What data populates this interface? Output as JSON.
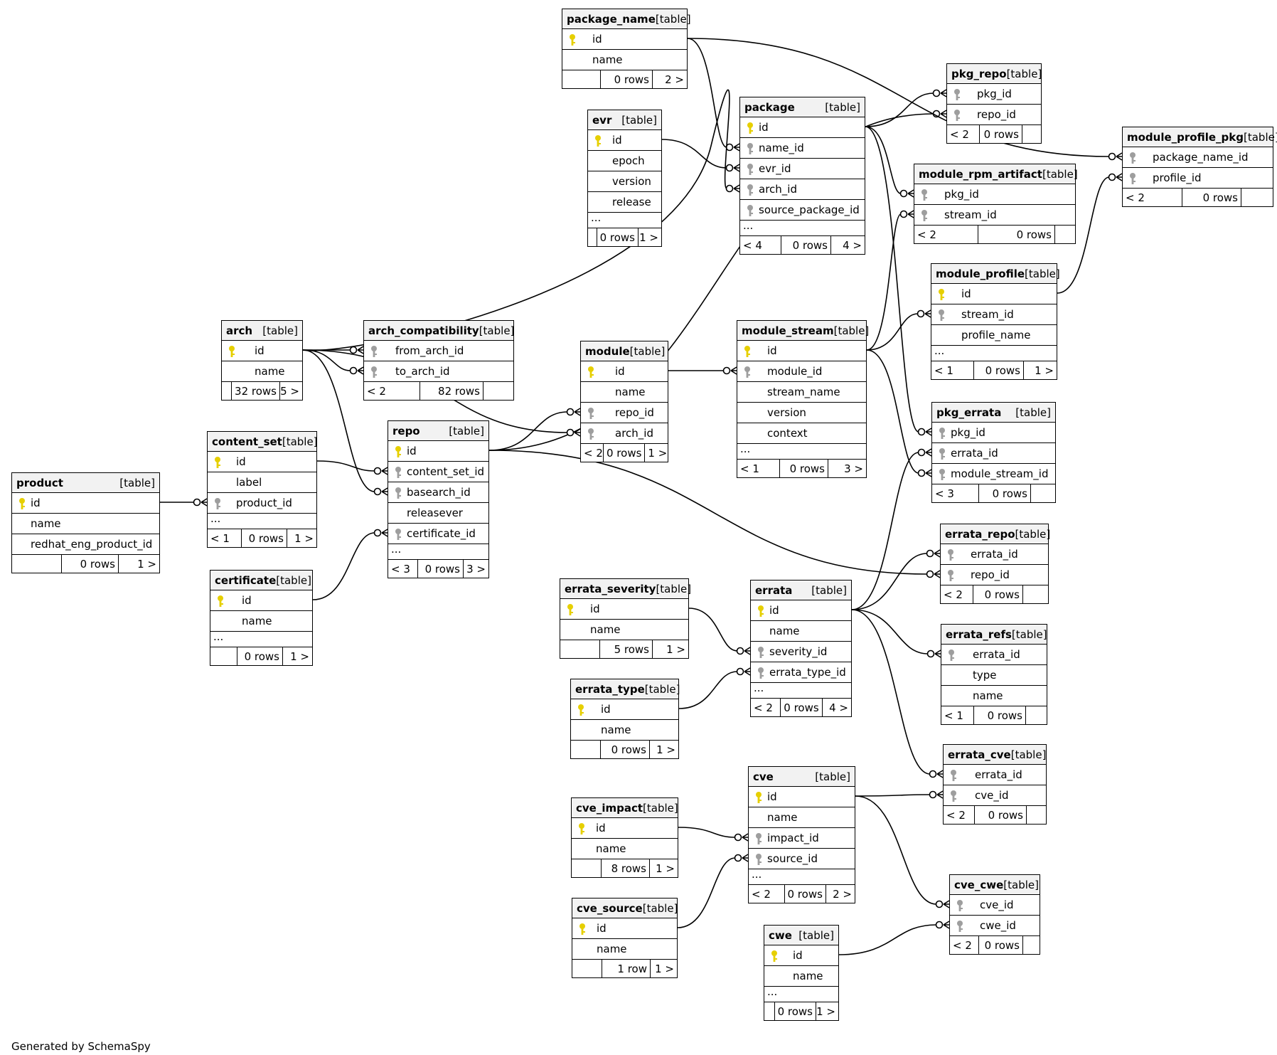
{
  "credit": "Generated by SchemaSpy",
  "table_tag": "[table]",
  "colors": {
    "primary_key": "#e6cf00",
    "foreign_key": "#9e9e9e",
    "line": "#000000",
    "header": "#f2f2f2"
  },
  "tables": {
    "package_name": {
      "name": "package_name",
      "columns": [
        "id",
        "name"
      ],
      "footer": [
        "",
        "0 rows",
        "2 >"
      ]
    },
    "evr": {
      "name": "evr",
      "columns": [
        "id",
        "epoch",
        "version",
        "release"
      ],
      "more": "...",
      "footer": [
        "",
        "0 rows",
        "1 >"
      ]
    },
    "package": {
      "name": "package",
      "columns": [
        "id",
        "name_id",
        "evr_id",
        "arch_id",
        "source_package_id"
      ],
      "more": "...",
      "footer": [
        "< 4",
        "0 rows",
        "4 >"
      ]
    },
    "pkg_repo": {
      "name": "pkg_repo",
      "columns": [
        "pkg_id",
        "repo_id"
      ],
      "footer": [
        "< 2",
        "0 rows",
        ""
      ]
    },
    "module_rpm_artifact": {
      "name": "module_rpm_artifact",
      "columns": [
        "pkg_id",
        "stream_id"
      ],
      "footer": [
        "< 2",
        "0 rows",
        ""
      ]
    },
    "module_profile_pkg": {
      "name": "module_profile_pkg",
      "columns": [
        "package_name_id",
        "profile_id"
      ],
      "footer": [
        "< 2",
        "0 rows",
        ""
      ]
    },
    "module_profile": {
      "name": "module_profile",
      "columns": [
        "id",
        "stream_id",
        "profile_name"
      ],
      "more": "...",
      "footer": [
        "< 1",
        "0 rows",
        "1 >"
      ]
    },
    "arch": {
      "name": "arch",
      "columns": [
        "id",
        "name"
      ],
      "footer": [
        "",
        "32 rows",
        "5 >"
      ]
    },
    "arch_compatibility": {
      "name": "arch_compatibility",
      "columns": [
        "from_arch_id",
        "to_arch_id"
      ],
      "footer": [
        "< 2",
        "82 rows",
        ""
      ]
    },
    "module": {
      "name": "module",
      "columns": [
        "id",
        "name",
        "repo_id",
        "arch_id"
      ],
      "footer": [
        "< 2",
        "0 rows",
        "1 >"
      ]
    },
    "module_stream": {
      "name": "module_stream",
      "columns": [
        "id",
        "module_id",
        "stream_name",
        "version",
        "context"
      ],
      "more": "...",
      "footer": [
        "< 1",
        "0 rows",
        "3 >"
      ]
    },
    "pkg_errata": {
      "name": "pkg_errata",
      "columns": [
        "pkg_id",
        "errata_id",
        "module_stream_id"
      ],
      "footer": [
        "< 3",
        "0 rows",
        ""
      ]
    },
    "content_set": {
      "name": "content_set",
      "columns": [
        "id",
        "label",
        "product_id"
      ],
      "more": "...",
      "footer": [
        "< 1",
        "0 rows",
        "1 >"
      ]
    },
    "repo": {
      "name": "repo",
      "columns": [
        "id",
        "content_set_id",
        "basearch_id",
        "releasever",
        "certificate_id"
      ],
      "more": "...",
      "footer": [
        "< 3",
        "0 rows",
        "3 >"
      ]
    },
    "product": {
      "name": "product",
      "columns": [
        "id",
        "name",
        "redhat_eng_product_id"
      ],
      "footer": [
        "",
        "0 rows",
        "1 >"
      ]
    },
    "certificate": {
      "name": "certificate",
      "columns": [
        "id",
        "name"
      ],
      "more": "...",
      "footer": [
        "",
        "0 rows",
        "1 >"
      ]
    },
    "errata_repo": {
      "name": "errata_repo",
      "columns": [
        "errata_id",
        "repo_id"
      ],
      "footer": [
        "< 2",
        "0 rows",
        ""
      ]
    },
    "errata_severity": {
      "name": "errata_severity",
      "columns": [
        "id",
        "name"
      ],
      "footer": [
        "",
        "5 rows",
        "1 >"
      ]
    },
    "errata": {
      "name": "errata",
      "columns": [
        "id",
        "name",
        "severity_id",
        "errata_type_id"
      ],
      "more": "...",
      "footer": [
        "< 2",
        "0 rows",
        "4 >"
      ]
    },
    "errata_refs": {
      "name": "errata_refs",
      "columns": [
        "errata_id",
        "type",
        "name"
      ],
      "footer": [
        "< 1",
        "0 rows",
        ""
      ]
    },
    "errata_type": {
      "name": "errata_type",
      "columns": [
        "id",
        "name"
      ],
      "footer": [
        "",
        "0 rows",
        "1 >"
      ]
    },
    "errata_cve": {
      "name": "errata_cve",
      "columns": [
        "errata_id",
        "cve_id"
      ],
      "footer": [
        "< 2",
        "0 rows",
        ""
      ]
    },
    "cve": {
      "name": "cve",
      "columns": [
        "id",
        "name",
        "impact_id",
        "source_id"
      ],
      "more": "...",
      "footer": [
        "< 2",
        "0 rows",
        "2 >"
      ]
    },
    "cve_impact": {
      "name": "cve_impact",
      "columns": [
        "id",
        "name"
      ],
      "footer": [
        "",
        "8 rows",
        "1 >"
      ]
    },
    "cve_cwe": {
      "name": "cve_cwe",
      "columns": [
        "cve_id",
        "cwe_id"
      ],
      "footer": [
        "< 2",
        "0 rows",
        ""
      ]
    },
    "cve_source": {
      "name": "cve_source",
      "columns": [
        "id",
        "name"
      ],
      "footer": [
        "",
        "1 row",
        "1 >"
      ]
    },
    "cwe": {
      "name": "cwe",
      "columns": [
        "id",
        "name"
      ],
      "more": "...",
      "footer": [
        "",
        "0 rows",
        "1 >"
      ]
    }
  }
}
